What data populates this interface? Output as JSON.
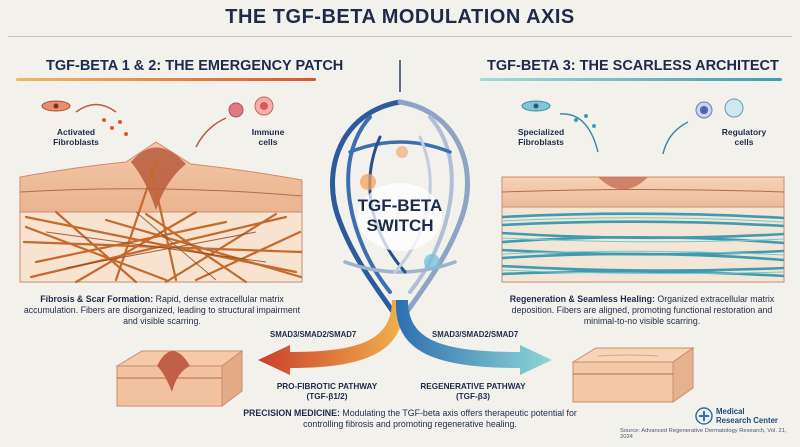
{
  "title": "THE TGF-BETA MODULATION AXIS",
  "left": {
    "title": "TGF-BETA 1 & 2: THE EMERGENCY PATCH",
    "label_fibroblasts": "Activated Fibroblasts",
    "label_immune": "Immune cells",
    "desc_bold": "Fibrosis & Scar Formation:",
    "desc_text": " Rapid, dense extracellular matrix accumulation. Fibers are disorganized, leading to structural impairment and visible scarring."
  },
  "right": {
    "title": "TGF-BETA 3: THE SCARLESS ARCHITECT",
    "label_fibroblasts": "Specialized Fibroblasts",
    "label_regulatory": "Regulatory cells",
    "desc_bold": "Regeneration & Seamless Healing:",
    "desc_text": " Organized extracellular matrix deposition. Fibers are aligned, promoting functional restoration and minimal-to-no visible scarring."
  },
  "center": {
    "switch_line1": "TGF-BETA",
    "switch_line2": "SWITCH"
  },
  "pathways": {
    "smad_left": "SMAD3/SMAD2/SMAD7",
    "smad_right": "SMAD3/SMAD2/SMAD7",
    "left_line1": "PRO-FIBROTIC PATHWAY",
    "left_line2": "(TGF-β1/2)",
    "right_line1": "REGENERATIVE PATHWAY",
    "right_line2": "(TGF-β3)"
  },
  "footer": {
    "precision_bold": "PRECISION MEDICINE:",
    "precision_text": " Modulating the TGF-beta axis offers therapeutic potential for controlling fibrosis and promoting regenerative healing.",
    "logo_line1": "Medical",
    "logo_line2": "Research Center",
    "source": "Source: Advanced Regenerative Dermatology Research, Vol. 21, 2024"
  },
  "colors": {
    "navy": "#1d2a4a",
    "fibrotic": "#d9562d",
    "regenerative": "#3f9bb1",
    "skin": "#f1c6a8"
  }
}
